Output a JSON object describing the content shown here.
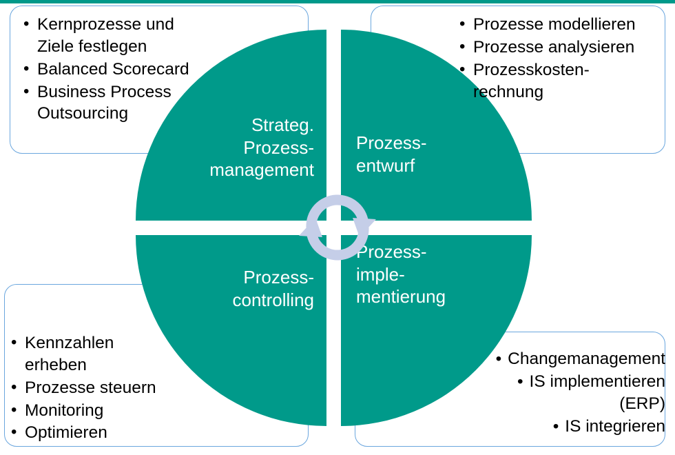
{
  "diagram": {
    "title": "Prozessmanagement-Kreislauf",
    "accent_color": "#009a8a",
    "box_border_color": "#6aa6de",
    "arrow_color": "#c5cee8",
    "quadrant_label_color": "#ffffff",
    "callout_text_color": "#000000"
  },
  "quadrants": [
    {
      "id": "strategisches-prozessmanagement",
      "label": "Strateg.\nProzess-\nmanagement",
      "position": "top-left"
    },
    {
      "id": "prozessentwurf",
      "label": "Prozess-\nentwurf",
      "position": "top-right"
    },
    {
      "id": "prozesscontrolling",
      "label": "Prozess-\ncontrolling",
      "position": "bottom-left"
    },
    {
      "id": "prozessimplementierung",
      "label": "Prozess-\nimple-\nmentierung",
      "position": "bottom-right"
    }
  ],
  "callouts": {
    "top_left": {
      "for_quadrant": "strategisches-prozessmanagement",
      "items": [
        "Kernprozesse und\nZiele festlegen",
        "Balanced Scorecard",
        "Business Process\nOutsourcing"
      ]
    },
    "top_right": {
      "for_quadrant": "prozessentwurf",
      "items": [
        "Prozesse modellieren",
        "Prozesse analysieren",
        "Prozesskosten-\nrechnung"
      ]
    },
    "bottom_left": {
      "for_quadrant": "prozesscontrolling",
      "items": [
        "Kennzahlen\nerheben",
        "Prozesse steuern",
        "Monitoring",
        "Optimieren"
      ]
    },
    "bottom_right": {
      "for_quadrant": "prozessimplementierung",
      "items": [
        "Changemanagement",
        "IS implementieren\n(ERP)",
        "IS integrieren"
      ]
    }
  },
  "arrows": {
    "upper": {
      "name": "clockwise-arrow-top",
      "direction": "clockwise-right"
    },
    "lower": {
      "name": "clockwise-arrow-bottom",
      "direction": "clockwise-left"
    }
  }
}
